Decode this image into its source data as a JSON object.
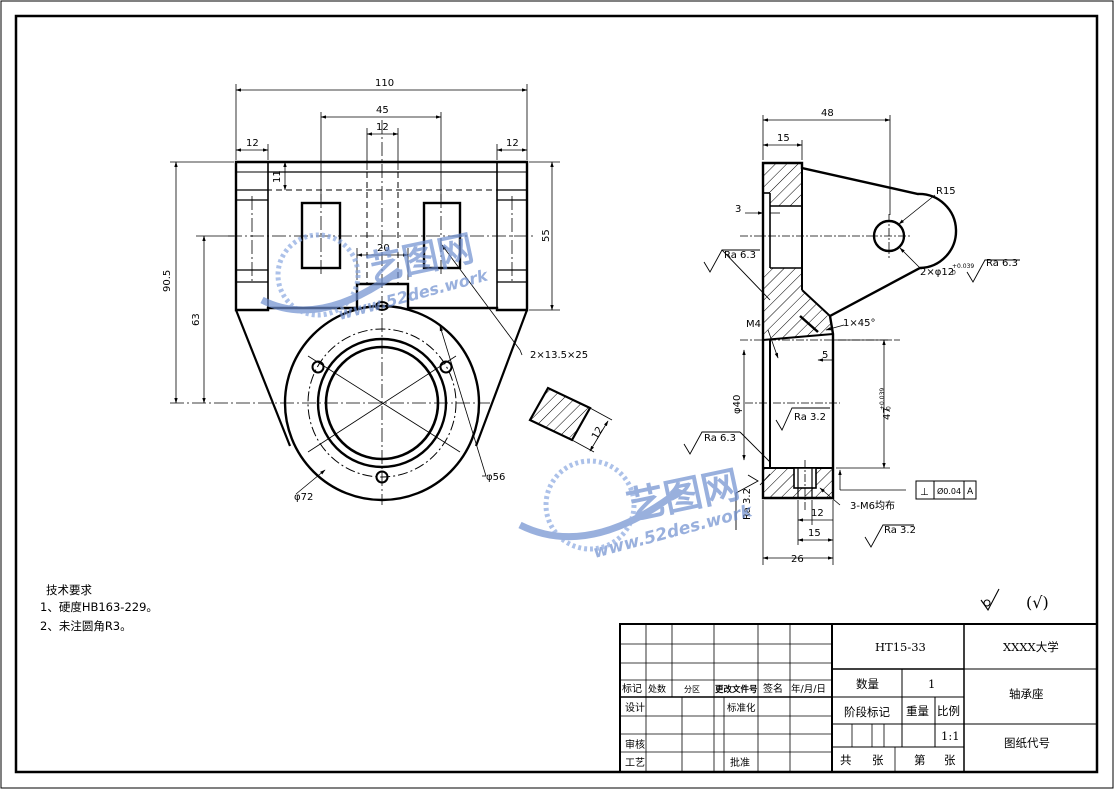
{
  "drawing": {
    "front_view": {
      "dims": {
        "overall_width": "110",
        "slot_span": "45",
        "center_width": "12",
        "left_flange": "12",
        "right_flange": "12",
        "top_thickness": "11",
        "flange_height": "55",
        "total_height": "90.5",
        "center_height": "63",
        "key_width": "20",
        "slots": "2×13.5×25",
        "bolt_circle": "φ56",
        "outer_dia": "φ72"
      }
    },
    "section_view": {
      "rib_thickness": "12",
      "dims": {
        "overall_depth": "48",
        "top_depth": "15",
        "step": "3",
        "radius": "R15",
        "pin_holes": "2×φ12",
        "pin_tol": "+0.039\n0",
        "thread": "M4",
        "chamfer": "1×45°",
        "hub_dim": "5",
        "bore": "φ40",
        "bore_fit": "47",
        "bore_tol": "+0.039\n0",
        "screws": "3-M6均布",
        "d12": "12",
        "d15": "15",
        "d26": "26"
      },
      "roughness": {
        "r1": "Ra 6.3",
        "r2": "Ra 6.3",
        "r3": "Ra 3.2",
        "r4": "Ra 6.3",
        "r5": "Ra 3.2",
        "r6": "Ra 3.2"
      },
      "tolerance": {
        "symbol": "⊥",
        "value": "Ø0.04",
        "datum": "A"
      }
    },
    "notes": {
      "title": "技术要求",
      "lines": [
        "1、硬度HB163-229。",
        "2、未注圆角R3。"
      ]
    },
    "surface_symbol": {
      "rest": "(√)"
    },
    "watermark": {
      "name": "艺图网",
      "url": "www.52des.work"
    }
  },
  "title_block": {
    "material": "HT15-33",
    "school": "XXXX大学",
    "part_name": "轴承座",
    "drawing_no_label": "图纸代号",
    "quantity_label": "数量",
    "quantity": "1",
    "stage_label": "阶段标记",
    "weight_label": "重量",
    "scale_label": "比例",
    "scale": "1:1",
    "total_label": "共",
    "sheet_unit": "张",
    "of_label": "第",
    "sheet_unit2": "张",
    "rev_headers": [
      "标记",
      "处数",
      "分区",
      "更改文件号",
      "签名",
      "年/月/日"
    ],
    "design": "设计",
    "standard": "标准化",
    "review": "审核",
    "process": "工艺",
    "approve": "批准"
  }
}
